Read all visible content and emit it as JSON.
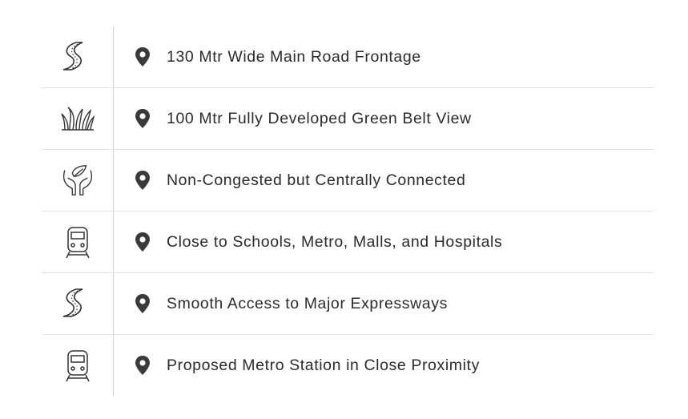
{
  "features": [
    {
      "icon": "road-icon",
      "text": "130 Mtr Wide Main Road Frontage"
    },
    {
      "icon": "grass-icon",
      "text": "100 Mtr Fully Developed Green Belt View"
    },
    {
      "icon": "hands-leaf-icon",
      "text": "Non-Congested but Centrally Connected"
    },
    {
      "icon": "train-icon",
      "text": "Close to Schools, Metro, Malls, and Hospitals"
    },
    {
      "icon": "road-icon",
      "text": "Smooth Access to Major Expressways"
    },
    {
      "icon": "train-icon",
      "text": "Proposed Metro Station in Close Proximity"
    }
  ]
}
